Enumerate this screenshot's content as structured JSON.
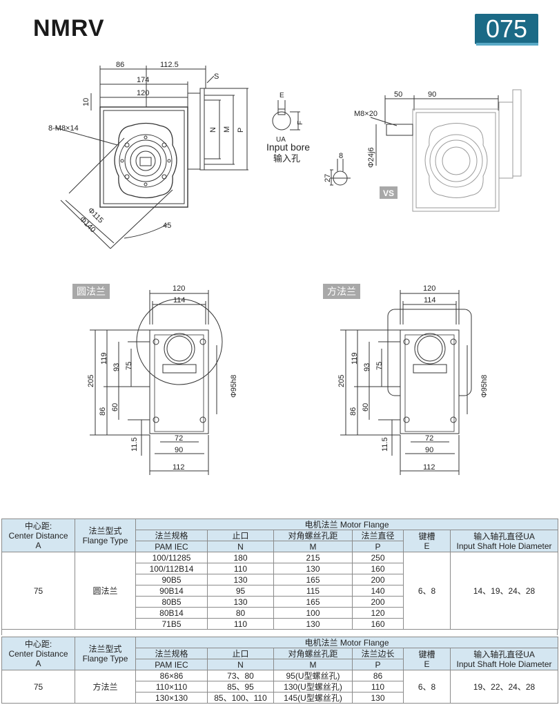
{
  "header": {
    "title": "NMRV",
    "model": "075"
  },
  "top_view": {
    "dims": {
      "d86": "86",
      "d112_5": "112.5",
      "d174": "174",
      "d120": "120",
      "d10": "10",
      "s": "S",
      "n": "N",
      "m": "M",
      "p": "P",
      "bolt": "8-M8×14",
      "phi115": "Φ115",
      "phi140": "Φ140",
      "a45": "45"
    }
  },
  "bore_view": {
    "e": "E",
    "f": "F",
    "ua": "UA",
    "label_en": "Input bore",
    "label_cn": "输入孔",
    "d8": "8",
    "d27": "27"
  },
  "vs_view": {
    "d50": "50",
    "d90": "90",
    "m8x20": "M8×20",
    "phi24": "Φ24j6",
    "vs": "VS"
  },
  "round_flange": {
    "tag": "圆法兰",
    "dims": {
      "d120": "120",
      "d114": "114",
      "d205": "205",
      "d119": "119",
      "d93": "93",
      "d75": "75",
      "d86": "86",
      "d60": "60",
      "d11_5": "11.5",
      "d72": "72",
      "d90": "90",
      "d112": "112",
      "phi95": "Φ95h8"
    }
  },
  "square_flange": {
    "tag": "方法兰",
    "dims": {
      "d120": "120",
      "d114": "114",
      "d205": "205",
      "d119": "119",
      "d93": "93",
      "d75": "75",
      "d86": "86",
      "d60": "60",
      "d11_5": "11.5",
      "d72": "72",
      "d90": "90",
      "d112": "112",
      "phi95": "Φ95h8"
    }
  },
  "table1": {
    "h_center_cn": "中心距:",
    "h_center_en": "Center Distance",
    "h_center_a": "A",
    "h_type_cn": "法兰型式",
    "h_type_en": "Flange Type",
    "h_motor": "电机法兰 Motor Flange",
    "h_spec_cn": "法兰规格",
    "h_spec_en": "PAM IEC",
    "h_n_cn": "止口",
    "h_n": "N",
    "h_m_cn": "对角螺丝孔距",
    "h_m": "M",
    "h_p_cn": "法兰直径",
    "h_p": "P",
    "h_e_cn": "键槽",
    "h_e": "E",
    "h_ua_cn": "输入轴孔直径UA",
    "h_ua_en": "Input Shaft Hole Diameter",
    "center": "75",
    "type": "圆法兰",
    "e_val": "6、8",
    "ua_val": "14、19、24、28",
    "rows": [
      {
        "spec": "100/11285",
        "n": "180",
        "m": "215",
        "p": "250"
      },
      {
        "spec": "100/112B14",
        "n": "110",
        "m": "130",
        "p": "160"
      },
      {
        "spec": "90B5",
        "n": "130",
        "m": "165",
        "p": "200"
      },
      {
        "spec": "90B14",
        "n": "95",
        "m": "115",
        "p": "140"
      },
      {
        "spec": "80B5",
        "n": "130",
        "m": "165",
        "p": "200"
      },
      {
        "spec": "80B14",
        "n": "80",
        "m": "100",
        "p": "120"
      },
      {
        "spec": "71B5",
        "n": "110",
        "m": "130",
        "p": "160"
      }
    ]
  },
  "table2": {
    "h_center_cn": "中心距:",
    "h_center_en": "Center Distance",
    "h_center_a": "A",
    "h_type_cn": "法兰型式",
    "h_type_en": "Flange Type",
    "h_motor": "电机法兰 Motor Flange",
    "h_spec_cn": "法兰规格",
    "h_spec_en": "PAM IEC",
    "h_n_cn": "止口",
    "h_n": "N",
    "h_m_cn": "对角螺丝孔距",
    "h_m": "M",
    "h_p_cn": "法兰边长",
    "h_p": "P",
    "h_e_cn": "键槽",
    "h_e": "E",
    "h_ua_cn": "输入轴孔直径UA",
    "h_ua_en": "Input Shaft Hole Diameter",
    "center": "75",
    "type": "方法兰",
    "e_val": "6、8",
    "ua_val": "19、22、24、28",
    "rows": [
      {
        "spec": "86×86",
        "n": "73、80",
        "m": "95(U型螺丝孔)",
        "p": "86"
      },
      {
        "spec": "110×110",
        "n": "85、95",
        "m": "130(U型螺丝孔)",
        "p": "110"
      },
      {
        "spec": "130×130",
        "n": "85、100、110",
        "m": "145(U型螺丝孔)",
        "p": "130"
      }
    ]
  }
}
